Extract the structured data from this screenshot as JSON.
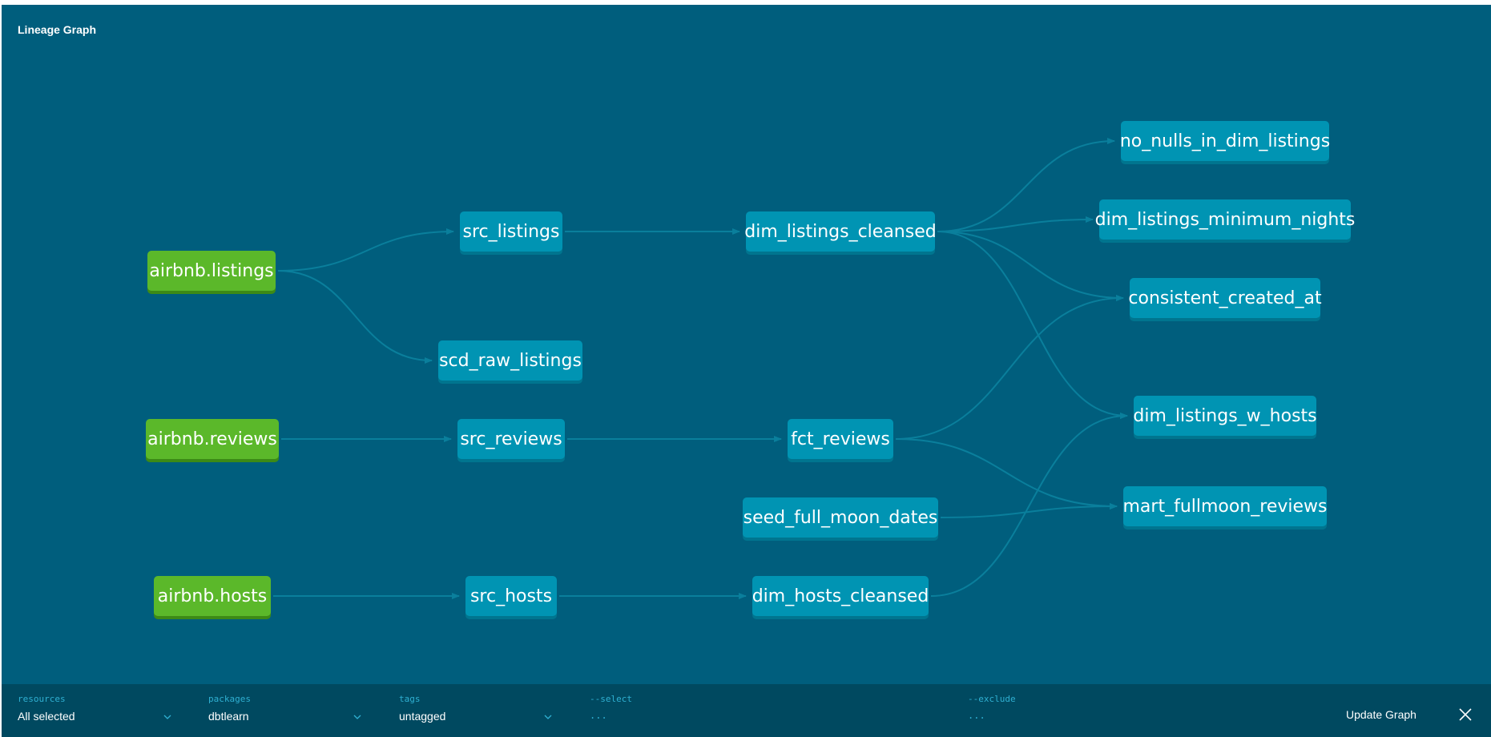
{
  "panel": {
    "title": "Lineage Graph"
  },
  "nodes": {
    "airbnb_listings": {
      "label": "airbnb.listings",
      "kind": "source"
    },
    "airbnb_reviews": {
      "label": "airbnb.reviews",
      "kind": "source"
    },
    "airbnb_hosts": {
      "label": "airbnb.hosts",
      "kind": "source"
    },
    "src_listings": {
      "label": "src_listings",
      "kind": "model"
    },
    "scd_raw_listings": {
      "label": "scd_raw_listings",
      "kind": "model"
    },
    "src_reviews": {
      "label": "src_reviews",
      "kind": "model"
    },
    "src_hosts": {
      "label": "src_hosts",
      "kind": "model"
    },
    "dim_listings_cleansed": {
      "label": "dim_listings_cleansed",
      "kind": "model"
    },
    "fct_reviews": {
      "label": "fct_reviews",
      "kind": "model"
    },
    "seed_full_moon_dates": {
      "label": "seed_full_moon_dates",
      "kind": "model"
    },
    "dim_hosts_cleansed": {
      "label": "dim_hosts_cleansed",
      "kind": "model"
    },
    "no_nulls_in_dim_listings": {
      "label": "no_nulls_in_dim_listings",
      "kind": "model"
    },
    "dim_listings_minimum_nights": {
      "label": "dim_listings_minimum_nights",
      "kind": "model"
    },
    "consistent_created_at": {
      "label": "consistent_created_at",
      "kind": "model"
    },
    "dim_listings_w_hosts": {
      "label": "dim_listings_w_hosts",
      "kind": "model"
    },
    "mart_fullmoon_reviews": {
      "label": "mart_fullmoon_reviews",
      "kind": "model"
    }
  },
  "edges": [
    [
      "airbnb_listings",
      "src_listings"
    ],
    [
      "airbnb_listings",
      "scd_raw_listings"
    ],
    [
      "airbnb_reviews",
      "src_reviews"
    ],
    [
      "airbnb_hosts",
      "src_hosts"
    ],
    [
      "src_listings",
      "dim_listings_cleansed"
    ],
    [
      "src_reviews",
      "fct_reviews"
    ],
    [
      "src_hosts",
      "dim_hosts_cleansed"
    ],
    [
      "dim_listings_cleansed",
      "no_nulls_in_dim_listings"
    ],
    [
      "dim_listings_cleansed",
      "dim_listings_minimum_nights"
    ],
    [
      "dim_listings_cleansed",
      "consistent_created_at"
    ],
    [
      "dim_listings_cleansed",
      "dim_listings_w_hosts"
    ],
    [
      "fct_reviews",
      "consistent_created_at"
    ],
    [
      "fct_reviews",
      "mart_fullmoon_reviews"
    ],
    [
      "seed_full_moon_dates",
      "mart_fullmoon_reviews"
    ],
    [
      "dim_hosts_cleansed",
      "dim_listings_w_hosts"
    ]
  ],
  "filters": {
    "resources": {
      "label": "resources",
      "value": "All selected"
    },
    "packages": {
      "label": "packages",
      "value": "dbtlearn"
    },
    "tags": {
      "label": "tags",
      "value": "untagged"
    },
    "select": {
      "label": "--select",
      "value": "..."
    },
    "exclude": {
      "label": "--exclude",
      "value": "..."
    }
  },
  "actions": {
    "update_graph": "Update Graph"
  },
  "icons": {
    "dropdown": "chevron-down-icon",
    "close": "close-icon"
  },
  "colors": {
    "background": "#005e7d",
    "model_node": "#0094b3",
    "source_node": "#5bb82a",
    "edge": "#0a7f9c",
    "bottom_bar": "#004960"
  }
}
